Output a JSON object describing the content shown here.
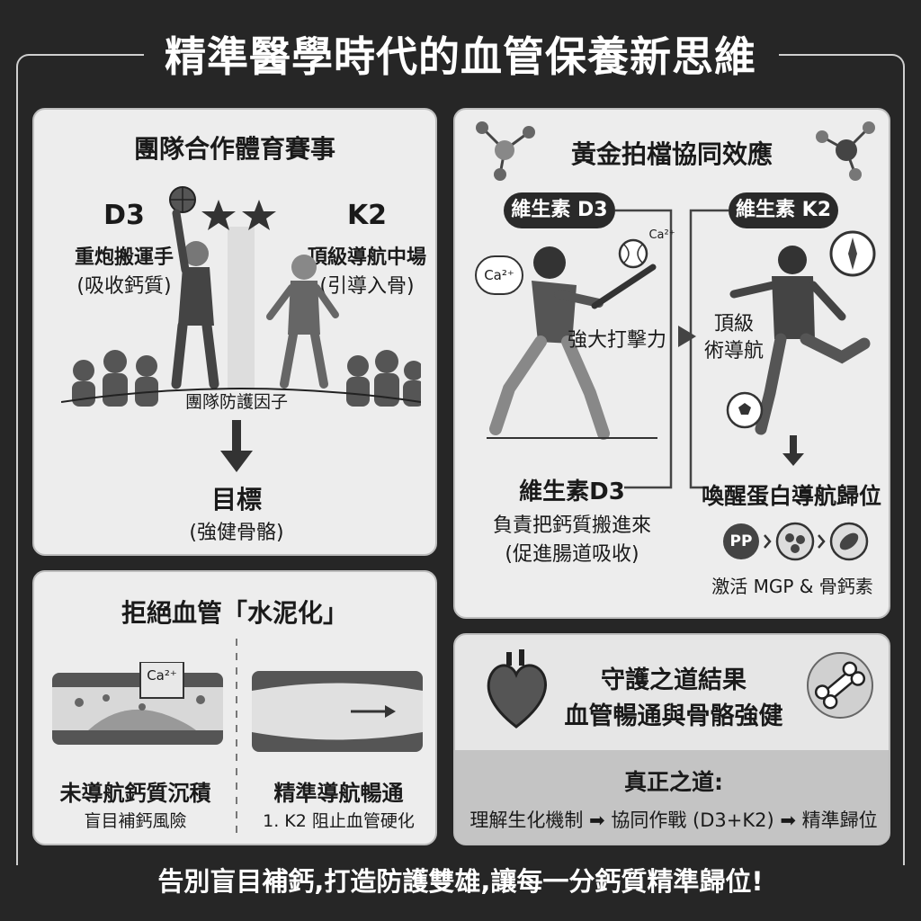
{
  "title": "精準醫學時代的血管保養新思維",
  "team_panel": {
    "title": "團隊合作體育賽事",
    "d3": {
      "label": "D3",
      "role": "重炮搬運手",
      "desc": "(吸收鈣質)"
    },
    "k2": {
      "label": "K2",
      "role": "頂級導航中場",
      "desc": "(引導入骨)"
    },
    "factor": "團隊防護因子",
    "goal_label": "目標",
    "goal_desc": "(強健骨骼)"
  },
  "gold_panel": {
    "title": "黃金拍檔協同效應",
    "pill_d3": "維生素 D3",
    "pill_k2": "維生素 K2",
    "ca_bubble": "Ca²⁺",
    "ball_label": "Ca²⁺",
    "hit_power": "強大打擊力",
    "nav_line1": "頂級",
    "nav_line2": "術導航",
    "d3_heading": "維生素D3",
    "d3_desc1": "負責把鈣質搬進來",
    "d3_desc2": "(促進腸道吸收)",
    "k2_heading": "喚醒蛋白導航歸位",
    "pp_label": "PP",
    "activate": "激活 MGP & 骨鈣素"
  },
  "cement_panel": {
    "title": "拒絕血管「水泥化」",
    "ca_box": "Ca²⁺",
    "left_heading": "未導航鈣質沉積",
    "left_desc": "盲目補鈣風險",
    "right_heading": "精準導航暢通",
    "right_desc": "1. K2 阻止血管硬化"
  },
  "result_panel": {
    "line1": "守護之道結果",
    "line2": "血管暢通與骨骼強健",
    "true_way": "真正之道:",
    "flow_1": "理解生化機制",
    "flow_2": "協同作戰 (D3+K2)",
    "flow_3": "精準歸位"
  },
  "footer": "告別盲目補鈣,打造防護雙雄,讓每一分鈣質精準歸位!"
}
